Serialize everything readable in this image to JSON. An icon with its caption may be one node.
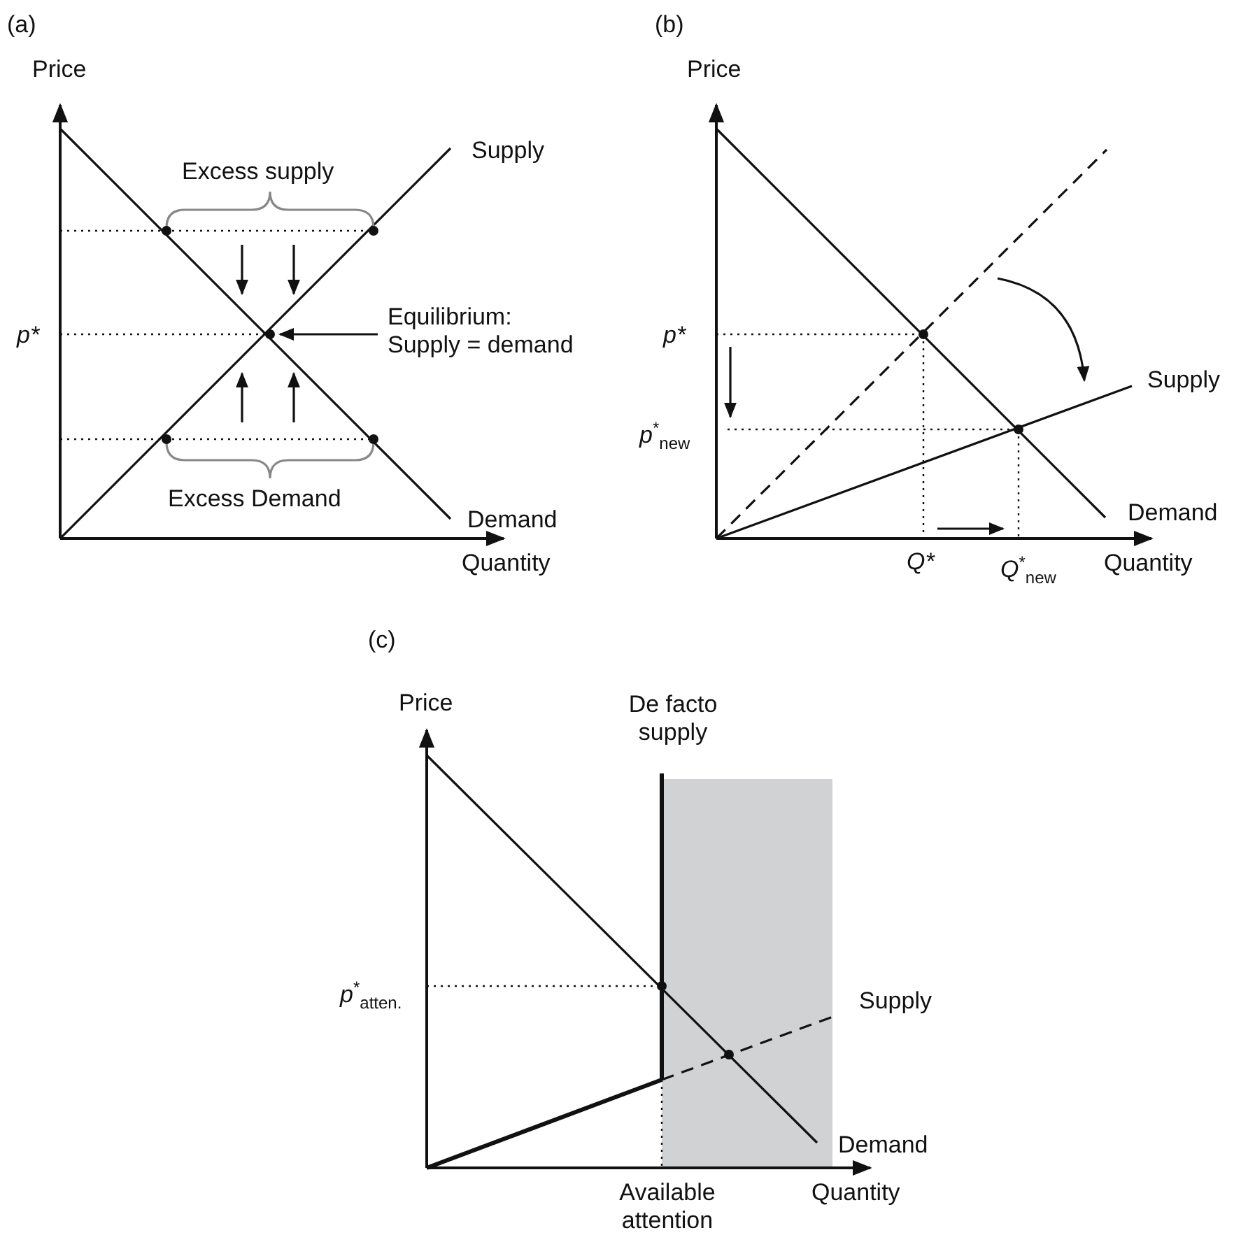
{
  "diagram": {
    "labels": [
      "(a)",
      "Price",
      "Excess supply",
      "Supply",
      "p*",
      "Equilibrium: Supply = demand",
      "Excess Demand",
      "Demand",
      "Quantity",
      "(b)",
      "Price",
      "p*",
      "Supply",
      "p$^{*}$$_{new}$",
      "Demand",
      "Q*",
      "Q$^{*}$$_{new}$",
      "Quantity",
      "(c)",
      "Price",
      "De facto supply",
      "p$^{*}$$_{atten.}$",
      "Supply",
      "Demand",
      "Available attention",
      "Quantity"
    ]
  }
}
